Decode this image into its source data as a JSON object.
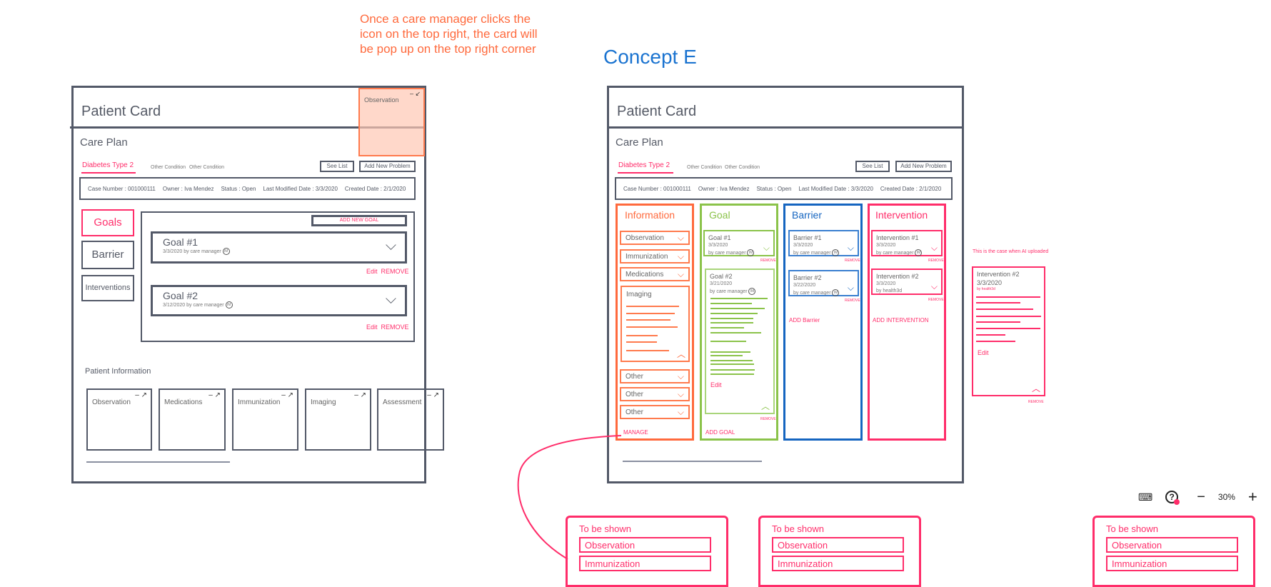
{
  "annotation": {
    "note": "Once a care manager clicks the icon on the top right, the card will be pop up on the top right corner",
    "concept_title": "Concept E",
    "ai_note": "This is the case when AI uploaded"
  },
  "left": {
    "title": "Patient Card",
    "popup_title": "Observation",
    "care_plan": "Care Plan",
    "tabs": [
      "Diabetes Type 2",
      "Other Condition",
      "Other Condition"
    ],
    "see_list": "See List",
    "add_problem": "Add New Problem",
    "info": [
      "Case Number : 001000111",
      "Owner : Iva Mendez",
      "Status : Open",
      "Last Modified Date : 3/3/2020",
      "Created Date : 2/1/2020"
    ],
    "side_tabs": [
      "Goals",
      "Barrier",
      "Interventions"
    ],
    "add_goal": "ADD NEW GOAL",
    "goals": [
      {
        "title": "Goal #1",
        "date": "3/3/2020",
        "by": "by care manager",
        "avatar": "IM"
      },
      {
        "title": "Goal #2",
        "date": "3/12/2020",
        "by": "by care manager",
        "avatar": "IM"
      }
    ],
    "edit": "Edit",
    "remove": "REMOVE",
    "patient_info": "Patient Information",
    "info_cards": [
      "Observation",
      "Medications",
      "Immunization",
      "Imaging",
      "Assessment"
    ]
  },
  "right": {
    "title": "Patient Card",
    "care_plan": "Care Plan",
    "tabs": [
      "Diabetes Type 2",
      "Other Condition",
      "Other Condition"
    ],
    "see_list": "See List",
    "add_problem": "Add New Problem",
    "info": [
      "Case Number : 001000111",
      "Owner : Iva Mendez",
      "Status : Open",
      "Last Modified Date : 3/3/2020",
      "Created Date : 2/1/2020"
    ],
    "columns": {
      "information": {
        "title": "Information",
        "items": [
          "Observation",
          "Immunization",
          "Medications"
        ],
        "imaging": "Imaging",
        "others": [
          "Other",
          "Other",
          "Other"
        ],
        "action": "MANAGE"
      },
      "goal": {
        "title": "Goal",
        "cards": [
          {
            "title": "Goal #1",
            "date": "3/3/2020",
            "by": "by care manager",
            "avatar": "IM"
          },
          {
            "title": "Goal #2",
            "date": "3/21/2020",
            "by": "by care manager",
            "avatar": "IM"
          }
        ],
        "edit": "Edit",
        "action": "ADD GOAL"
      },
      "barrier": {
        "title": "Barrier",
        "cards": [
          {
            "title": "Barrier #1",
            "date": "3/3/2020",
            "by": "by care manager",
            "avatar": "IM"
          },
          {
            "title": "Barrier #2",
            "date": "3/22/2020",
            "by": "by care manager",
            "avatar": "IM"
          }
        ],
        "action": "ADD Barrier"
      },
      "intervention": {
        "title": "Intervention",
        "cards": [
          {
            "title": "Intervention #1",
            "date": "3/3/2020",
            "by": "by care manager",
            "avatar": "IM"
          },
          {
            "title": "Intervention #2",
            "date": "3/3/2020",
            "by": "by health3d"
          }
        ],
        "action": "ADD INTERVENTION"
      }
    },
    "remove": "REMOVE"
  },
  "ai_card": {
    "title": "Intervention #2",
    "date": "3/3/2020",
    "by": "by health3d",
    "edit": "Edit",
    "remove": "REMOVE"
  },
  "to_be_shown": [
    {
      "title": "To be shown",
      "fields": [
        "Observation",
        "Immunization"
      ]
    },
    {
      "title": "To be shown",
      "fields": [
        "Observation",
        "Immunization"
      ]
    },
    {
      "title": "To be shown",
      "fields": [
        "Observation",
        "Immunization"
      ]
    }
  ],
  "toolbar": {
    "zoom": "30%"
  },
  "colors": {
    "orange": "#ff6a3d",
    "green": "#8bc34a",
    "blue": "#1565c0",
    "pink": "#ff2d6a",
    "frame": "#535968"
  }
}
